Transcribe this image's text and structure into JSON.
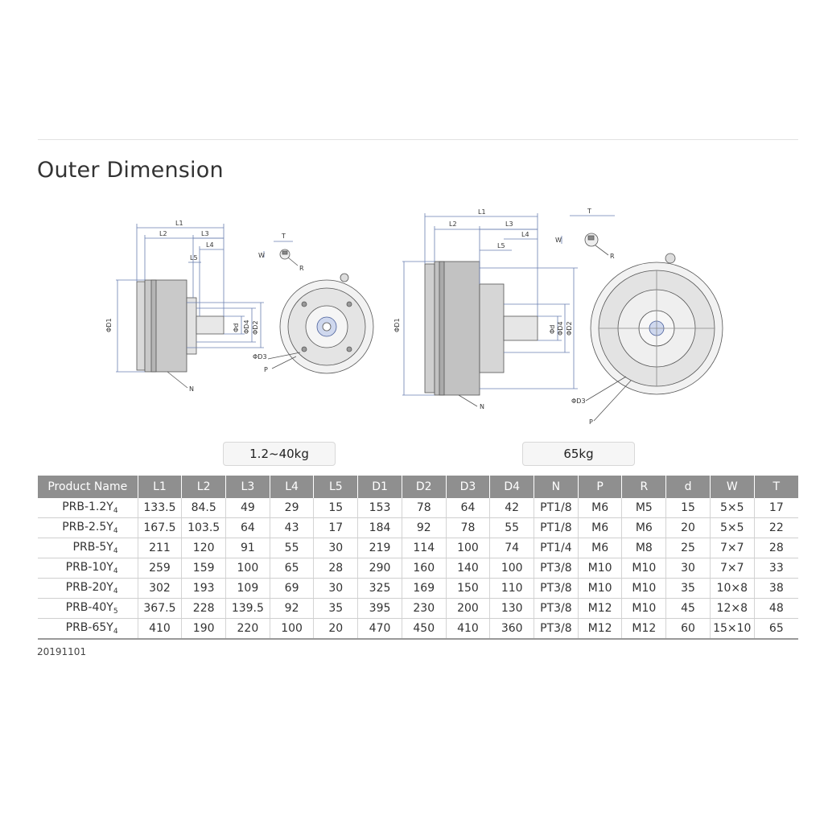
{
  "page": {
    "title": "Outer Dimension",
    "date": "20191101"
  },
  "drawings": {
    "left": {
      "weight": "1.2~40kg",
      "labels": [
        "L1",
        "L2",
        "L3",
        "L4",
        "L5",
        "T",
        "W",
        "R",
        "ΦD1",
        "Φd",
        "ΦD4",
        "ΦD2",
        "ΦD3",
        "P",
        "N"
      ]
    },
    "right": {
      "weight": "65kg",
      "labels": [
        "L1",
        "L2",
        "L3",
        "L5",
        "L4",
        "T",
        "W",
        "R",
        "ΦD1",
        "Φd",
        "ΦD4",
        "ΦD2",
        "ΦD3",
        "P",
        "N"
      ]
    }
  },
  "table": {
    "headers": [
      "Product Name",
      "L1",
      "L2",
      "L3",
      "L4",
      "L5",
      "D1",
      "D2",
      "D3",
      "D4",
      "N",
      "P",
      "R",
      "d",
      "W",
      "T"
    ],
    "rows": [
      {
        "name": "PRB-1.2Y",
        "sub": "4",
        "values": [
          "133.5",
          "84.5",
          "49",
          "29",
          "15",
          "153",
          "78",
          "64",
          "42",
          "PT1/8",
          "M6",
          "M5",
          "15",
          "5×5",
          "17"
        ]
      },
      {
        "name": "PRB-2.5Y",
        "sub": "4",
        "values": [
          "167.5",
          "103.5",
          "64",
          "43",
          "17",
          "184",
          "92",
          "78",
          "55",
          "PT1/8",
          "M6",
          "M6",
          "20",
          "5×5",
          "22"
        ]
      },
      {
        "name": "PRB-5Y",
        "sub": "4",
        "values": [
          "211",
          "120",
          "91",
          "55",
          "30",
          "219",
          "114",
          "100",
          "74",
          "PT1/4",
          "M6",
          "M8",
          "25",
          "7×7",
          "28"
        ]
      },
      {
        "name": "PRB-10Y",
        "sub": "4",
        "values": [
          "259",
          "159",
          "100",
          "65",
          "28",
          "290",
          "160",
          "140",
          "100",
          "PT3/8",
          "M10",
          "M10",
          "30",
          "7×7",
          "33"
        ]
      },
      {
        "name": "PRB-20Y",
        "sub": "4",
        "values": [
          "302",
          "193",
          "109",
          "69",
          "30",
          "325",
          "169",
          "150",
          "110",
          "PT3/8",
          "M10",
          "M10",
          "35",
          "10×8",
          "38"
        ]
      },
      {
        "name": "PRB-40Y",
        "sub": "5",
        "values": [
          "367.5",
          "228",
          "139.5",
          "92",
          "35",
          "395",
          "230",
          "200",
          "130",
          "PT3/8",
          "M12",
          "M10",
          "45",
          "12×8",
          "48"
        ]
      },
      {
        "name": "PRB-65Y",
        "sub": "4",
        "values": [
          "410",
          "190",
          "220",
          "100",
          "20",
          "470",
          "450",
          "410",
          "360",
          "PT3/8",
          "M12",
          "M12",
          "60",
          "15×10",
          "65"
        ]
      }
    ]
  }
}
